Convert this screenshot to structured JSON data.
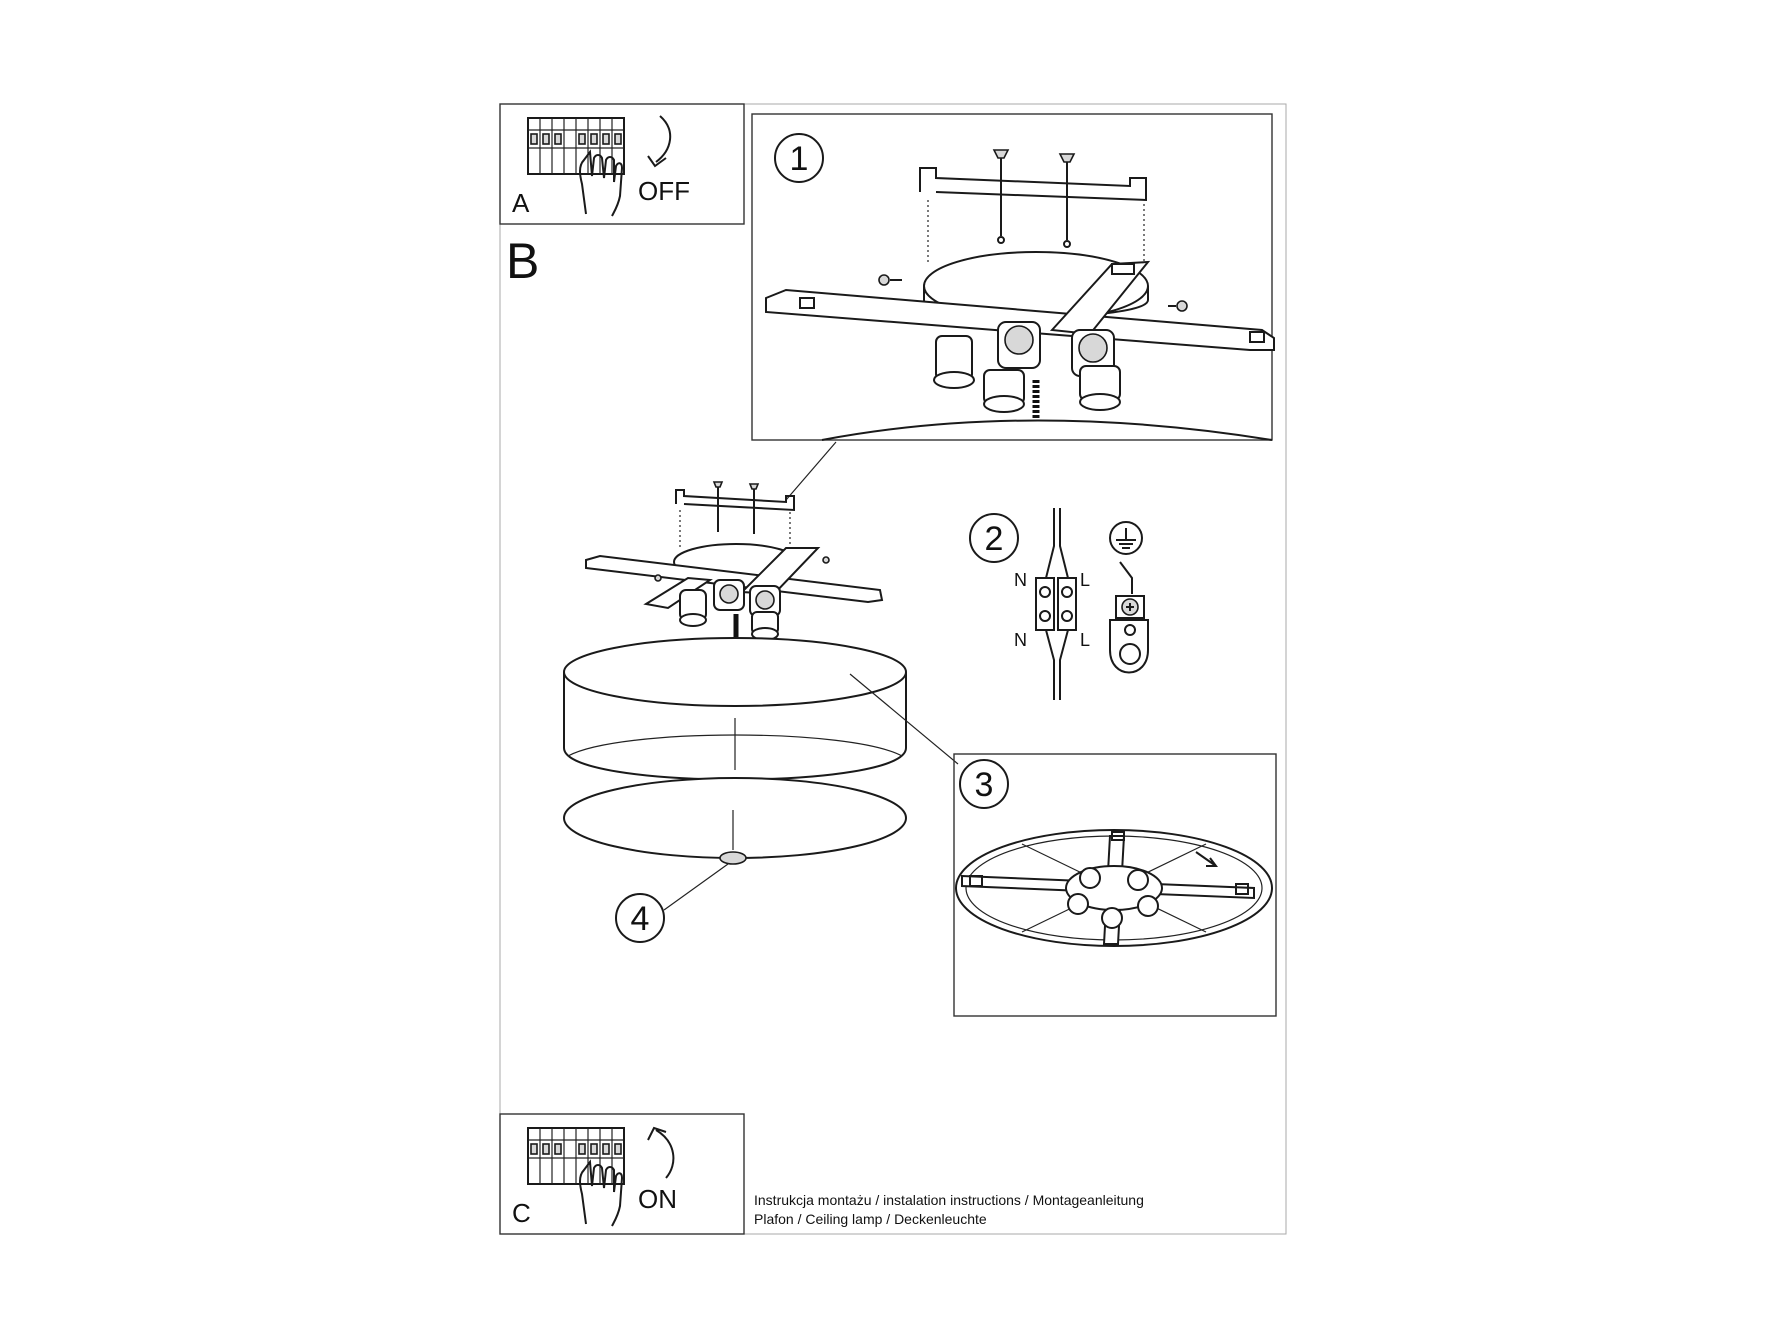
{
  "panels": {
    "a": {
      "letter": "A",
      "action": "OFF"
    },
    "b": {
      "letter": "B"
    },
    "c": {
      "letter": "C",
      "action": "ON"
    }
  },
  "steps": [
    "1",
    "2",
    "3",
    "4"
  ],
  "wiring": {
    "neutral": "N",
    "live": "L"
  },
  "footer": {
    "line1": "Instrukcja montażu / instalation instructions / Montageanleitung",
    "line2": "Plafon / Ceiling lamp / Deckenleuchte"
  }
}
